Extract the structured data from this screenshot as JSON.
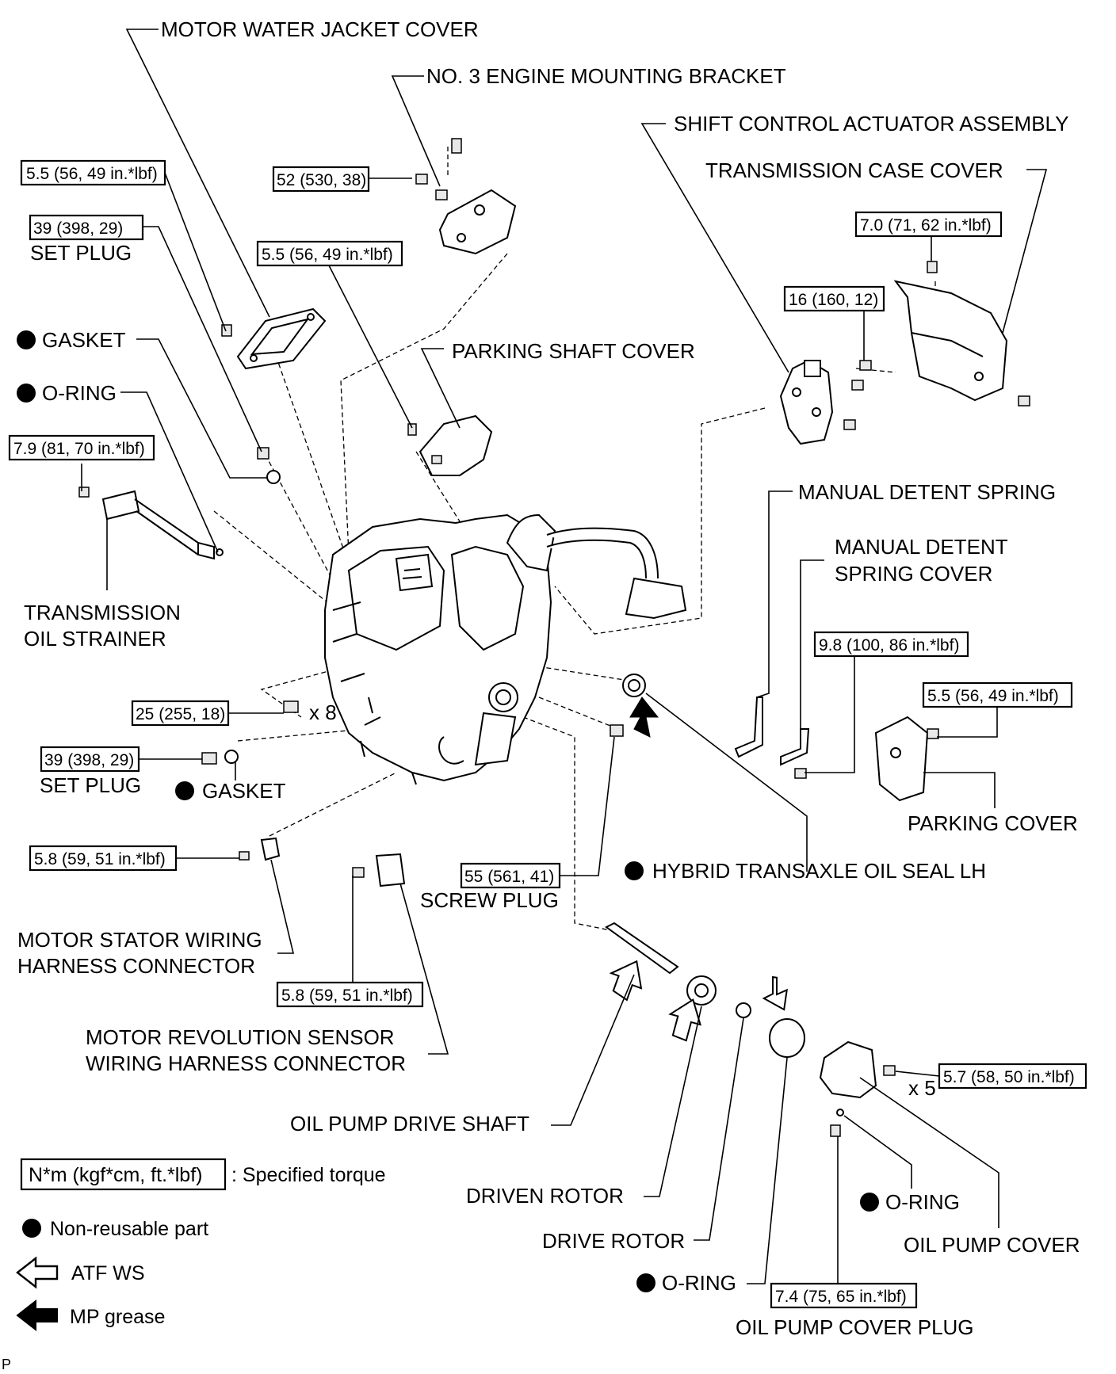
{
  "labels": {
    "motor_water_jacket_cover": "MOTOR WATER JACKET COVER",
    "engine_mounting_bracket": "NO. 3 ENGINE MOUNTING BRACKET",
    "shift_control_actuator": "SHIFT CONTROL ACTUATOR ASSEMBLY",
    "transmission_case_cover": "TRANSMISSION CASE COVER",
    "set_plug": "SET PLUG",
    "gasket": "GASKET",
    "o_ring": "O-RING",
    "parking_shaft_cover": "PARKING SHAFT COVER",
    "manual_detent_spring": "MANUAL DETENT SPRING",
    "manual_detent_spring_cover_1": "MANUAL DETENT",
    "manual_detent_spring_cover_2": "SPRING COVER",
    "oil_strainer_1": "TRANSMISSION",
    "oil_strainer_2": "OIL STRAINER",
    "bolt_count_8": "x 8",
    "parking_cover": "PARKING COVER",
    "oil_seal_lh": "HYBRID TRANSAXLE OIL SEAL LH",
    "screw_plug": "SCREW PLUG",
    "motor_stator_1": "MOTOR STATOR WIRING",
    "motor_stator_2": "HARNESS CONNECTOR",
    "rev_sensor_1": "MOTOR REVOLUTION SENSOR",
    "rev_sensor_2": "WIRING HARNESS CONNECTOR",
    "bolt_count_5": "x 5",
    "oil_pump_drive_shaft": "OIL PUMP DRIVE SHAFT",
    "driven_rotor": "DRIVEN ROTOR",
    "drive_rotor": "DRIVE ROTOR",
    "oil_pump_cover": "OIL PUMP COVER",
    "oil_pump_cover_plug": "OIL PUMP COVER PLUG",
    "corner_p": "P"
  },
  "torque": {
    "t1": "5.5 (56, 49 in.*lbf)",
    "t2": "52 (530, 38)",
    "t3": "39 (398, 29)",
    "t4": "5.5 (56, 49 in.*lbf)",
    "t5": "7.0 (71, 62 in.*lbf)",
    "t6": "16 (160, 12)",
    "t7": "7.9 (81, 70 in.*lbf)",
    "t8": "9.8 (100, 86 in.*lbf)",
    "t9": "5.5 (56, 49 in.*lbf)",
    "t10": "25 (255, 18)",
    "t11": "39 (398, 29)",
    "t12": "5.8 (59, 51 in.*lbf)",
    "t13": "55 (561, 41)",
    "t14": "5.8 (59, 51 in.*lbf)",
    "t15": "5.7 (58, 50 in.*lbf)",
    "t16": "7.4 (75, 65 in.*lbf)"
  },
  "legend": {
    "torque_unit": "N*m (kgf*cm, ft.*lbf)",
    "torque_desc": ": Specified torque",
    "non_reusable": "Non-reusable part",
    "atf_ws": "ATF WS",
    "mp_grease": "MP grease"
  },
  "icons": {
    "non_reusable": "filled-circle",
    "atf_ws": "outline-arrow-icon",
    "mp_grease": "filled-arrow-icon"
  }
}
